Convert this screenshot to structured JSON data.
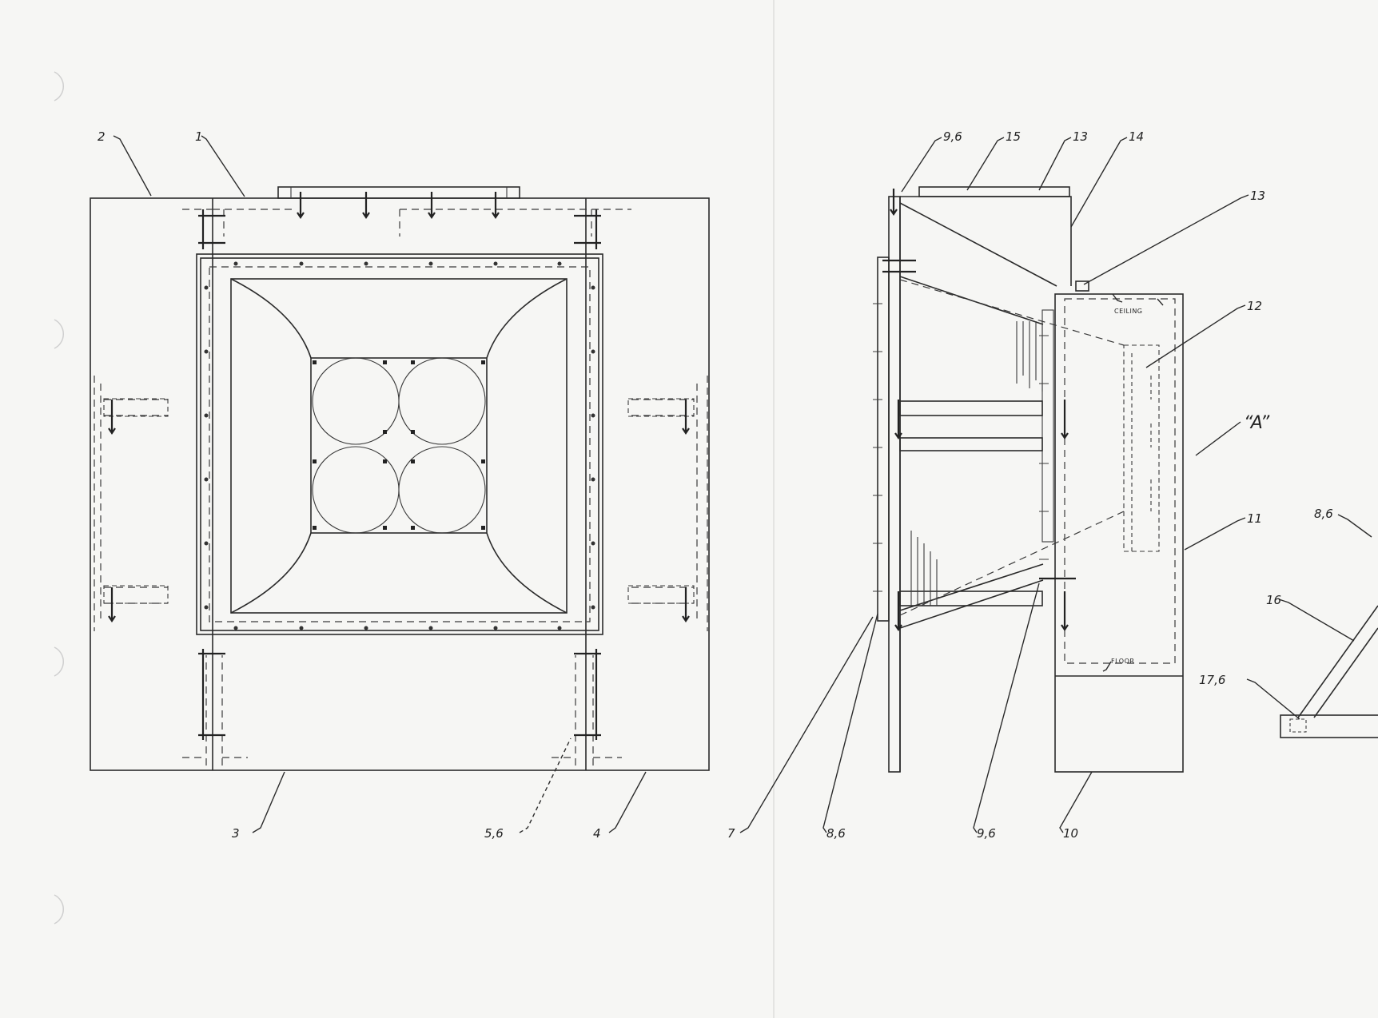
{
  "callouts": {
    "c2": "2",
    "c1": "1",
    "c3": "3",
    "c56": "5,6",
    "c4": "4",
    "c96_top": "9,6",
    "c15": "15",
    "c13_top": "13",
    "c14": "14",
    "c13_right": "13",
    "c12": "12",
    "cA": "“A”",
    "c11": "11",
    "c7": "7",
    "c86_bottom": "8,6",
    "c96_bottom": "9,6",
    "c10": "10",
    "c86_right": "8,6",
    "c16": "16",
    "c176": "17,6"
  },
  "notes": {
    "ceiling": "CEILING",
    "floor": "FLOOR"
  }
}
